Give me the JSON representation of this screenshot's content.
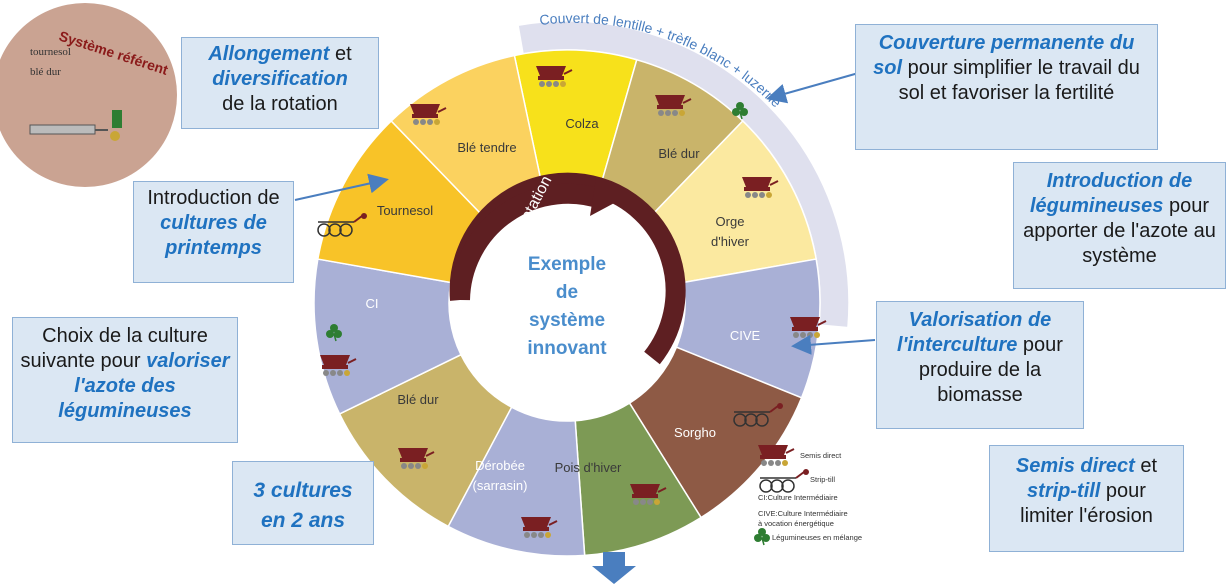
{
  "referent": {
    "title": "Système référent",
    "crop1": "tournesol",
    "crop2": "blé dur"
  },
  "wheel": {
    "center_lines": [
      "Exemple",
      "de",
      "système",
      "innovant"
    ],
    "rotation_label": "Rotation",
    "cover_label": "Couvert de lentille + trèfle blanc + luzerne",
    "segments": {
      "colza": "Colza",
      "ble_dur_top": "Blé dur",
      "orge_1": "Orge",
      "orge_2": "d'hiver",
      "cive": "CIVE",
      "sorgho": "Sorgho",
      "pois": "Pois d'hiver",
      "derobee_1": "Dérobée",
      "derobee_2": "(sarrasin)",
      "ble_dur_left": "Blé dur",
      "ci": "CI",
      "tournesol": "Tournesol",
      "ble_tendre": "Blé tendre"
    },
    "colors": {
      "colza": "#f7e11b",
      "ble_dur": "#c9b46a",
      "orge": "#fbe9a0",
      "cive": "#a9b0d6",
      "sorgho": "#8e5a45",
      "pois": "#7d9a55",
      "derobee": "#a9b0d6",
      "ci": "#a9b0d6",
      "tournesol": "#f8c328",
      "ble_tendre": "#fbd25f",
      "cover_band": "#dfe0ee",
      "arrow": "#5e1f22",
      "text_blue": "#1f72c0"
    }
  },
  "boxes": {
    "allongement": {
      "em1": "Allongement",
      "t1": " et",
      "em2": "diversification",
      "t2": "de la rotation"
    },
    "couverture": {
      "em": "Couverture permanente du sol",
      "t": " pour simplifier le travail du sol et favoriser la fertilité"
    },
    "introduction_cultures": {
      "t": "Introduction de ",
      "em": "cultures de printemps"
    },
    "legumineuses": {
      "em": "Introduction de légumineuses",
      "t": " pour apporter de l'azote au système"
    },
    "choix": {
      "t": "Choix de la culture suivante pour ",
      "em": "valoriser l'azote des légumineuses"
    },
    "valorisation": {
      "em": "Valorisation de l'interculture",
      "t": " pour produire de la biomasse"
    },
    "trois_cultures": {
      "em": "3 cultures en 2 ans"
    },
    "semis": {
      "em1": "Semis direct",
      "t1": " et ",
      "em2": "strip-till",
      "t2": " pour limiter l'érosion"
    }
  },
  "legend": {
    "semis_direct": "Semis direct",
    "strip_till": "Strip-till",
    "ci_def": "CI:Culture Intermédiaire",
    "cive_def_1": "CIVE:Culture Intermédiaire",
    "cive_def_2": "à vocation énergétique",
    "leg_melange": "Légumineuses en mélange"
  }
}
